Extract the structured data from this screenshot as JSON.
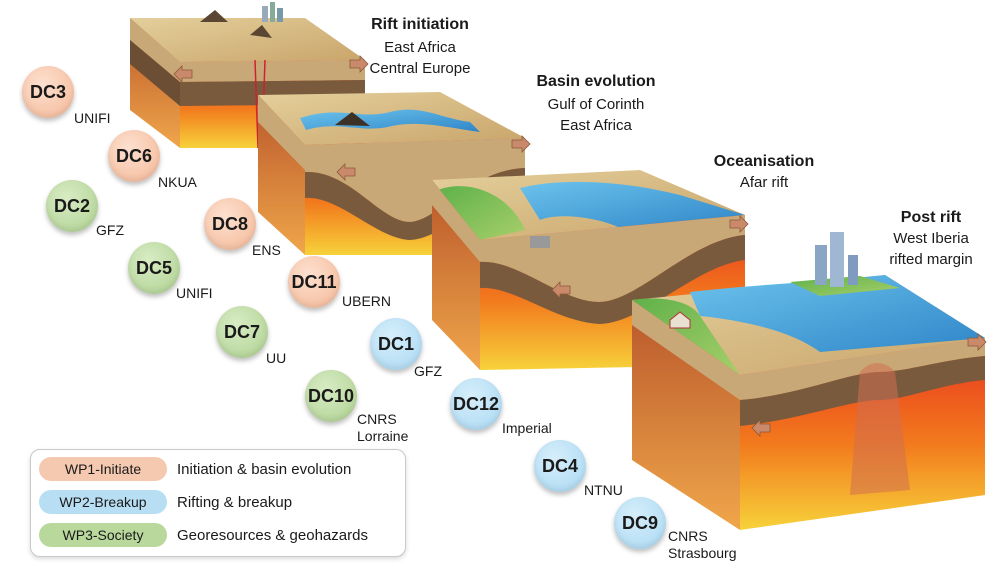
{
  "stages": [
    {
      "id": "rift-initiation",
      "title": "Rift initiation",
      "lines": [
        "East Africa",
        "Central Europe"
      ]
    },
    {
      "id": "basin-evolution",
      "title": "Basin evolution",
      "lines": [
        "Gulf of Corinth",
        "East Africa"
      ]
    },
    {
      "id": "oceanisation",
      "title": "Oceanisation",
      "lines": [
        "Afar rift"
      ]
    },
    {
      "id": "post-rift",
      "title": "Post rift",
      "lines": [
        "West Iberia",
        "rifted margin"
      ]
    }
  ],
  "candidates": [
    {
      "code": "DC3",
      "institution": "UNIFI",
      "wp": "wp1"
    },
    {
      "code": "DC6",
      "institution": "NKUA",
      "wp": "wp1"
    },
    {
      "code": "DC2",
      "institution": "GFZ",
      "wp": "wp3"
    },
    {
      "code": "DC8",
      "institution": "ENS",
      "wp": "wp1"
    },
    {
      "code": "DC5",
      "institution": "UNIFI",
      "wp": "wp3"
    },
    {
      "code": "DC11",
      "institution": "UBERN",
      "wp": "wp1"
    },
    {
      "code": "DC7",
      "institution": "UU",
      "wp": "wp3"
    },
    {
      "code": "DC1",
      "institution": "GFZ",
      "wp": "wp2"
    },
    {
      "code": "DC10",
      "institution": "CNRS\nLorraine",
      "wp": "wp3"
    },
    {
      "code": "DC12",
      "institution": "Imperial",
      "wp": "wp2"
    },
    {
      "code": "DC4",
      "institution": "NTNU",
      "wp": "wp2"
    },
    {
      "code": "DC9",
      "institution": "CNRS\nStrasbourg",
      "wp": "wp2"
    }
  ],
  "legend": [
    {
      "wp": "wp1",
      "label": "WP1-Initiate",
      "description": "Initiation & basin evolution"
    },
    {
      "wp": "wp2",
      "label": "WP2-Breakup",
      "description": "Rifting & breakup"
    },
    {
      "wp": "wp3",
      "label": "WP3-Society",
      "description": "Georesources & geohazards"
    }
  ],
  "colors": {
    "wp1": "#f4b896",
    "wp2": "#a9d8f2",
    "wp3": "#aed090",
    "mantle_top": "#f5e63a",
    "mantle_bottom": "#e8321e",
    "crust": "#8a6a4a",
    "sediment": "#d9c4a0",
    "sea": "#3aa0d8",
    "land": "#6fb84a"
  }
}
